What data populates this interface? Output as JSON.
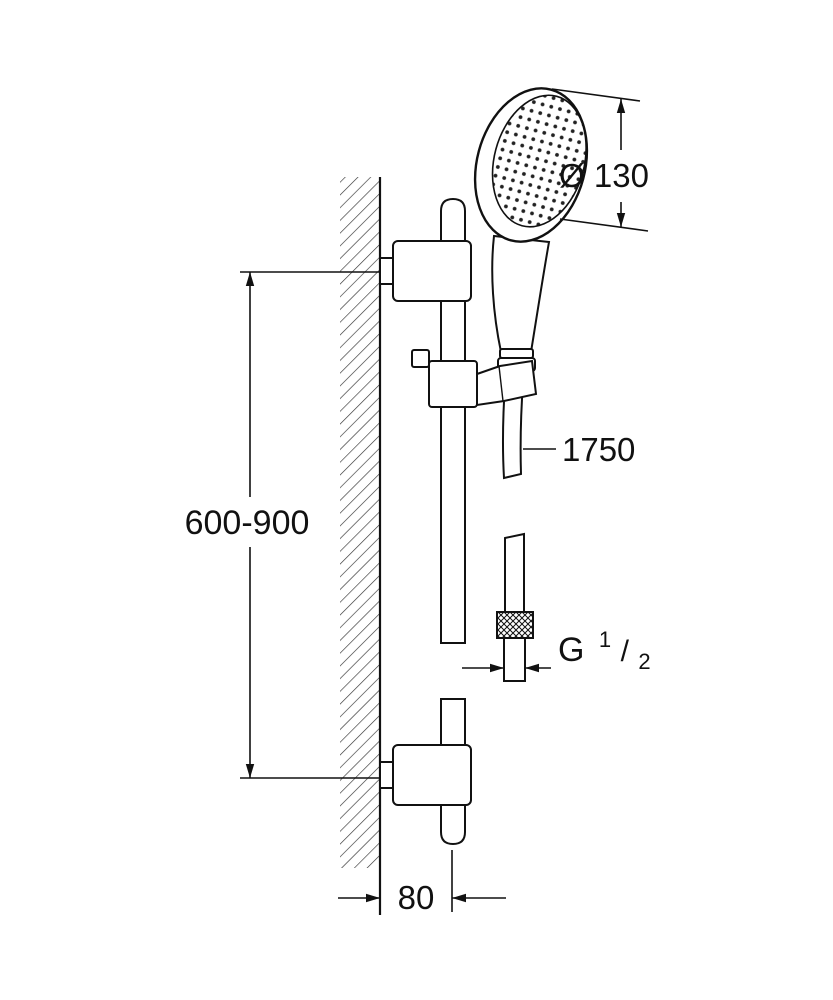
{
  "dimensions": {
    "head_diameter": "Ø 130",
    "bar_height_range": "600-900",
    "hose_length": "1750",
    "wall_offset": "80",
    "thread_g": "G",
    "thread_numerator": "1",
    "thread_slash": "/",
    "thread_denominator": "2"
  },
  "colors": {
    "line": "#111111",
    "background": "#ffffff"
  }
}
